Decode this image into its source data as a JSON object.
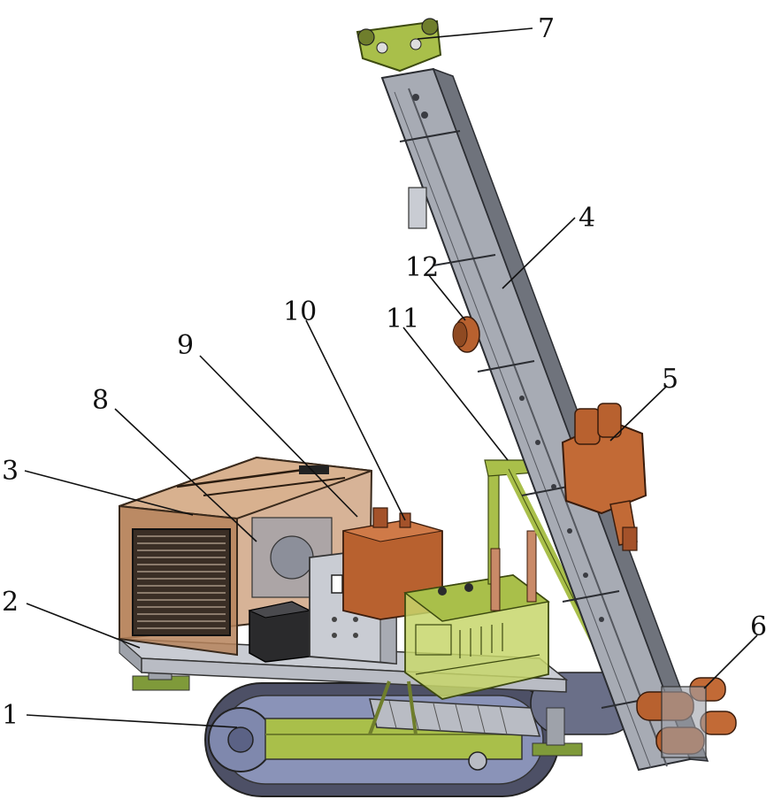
{
  "callouts": [
    {
      "id": "1",
      "label": "1"
    },
    {
      "id": "2",
      "label": "2"
    },
    {
      "id": "3",
      "label": "3"
    },
    {
      "id": "4",
      "label": "4"
    },
    {
      "id": "5",
      "label": "5"
    },
    {
      "id": "6",
      "label": "6"
    },
    {
      "id": "7",
      "label": "7"
    },
    {
      "id": "8",
      "label": "8"
    },
    {
      "id": "9",
      "label": "9"
    },
    {
      "id": "10",
      "label": "10"
    },
    {
      "id": "11",
      "label": "11"
    },
    {
      "id": "12",
      "label": "12"
    }
  ],
  "colors": {
    "frame": "#b9bcc4",
    "crawler": "#4d5066",
    "crawler_inner": "#8a93b8",
    "accent_green": "#a9bf4a",
    "enclosure": "#b6825a",
    "copper": "#b8612f",
    "dark": "#2a2a2c",
    "cabinet": "#c9ccd3",
    "mast": "#a7abb4",
    "mast_shadow": "#6f737c"
  }
}
